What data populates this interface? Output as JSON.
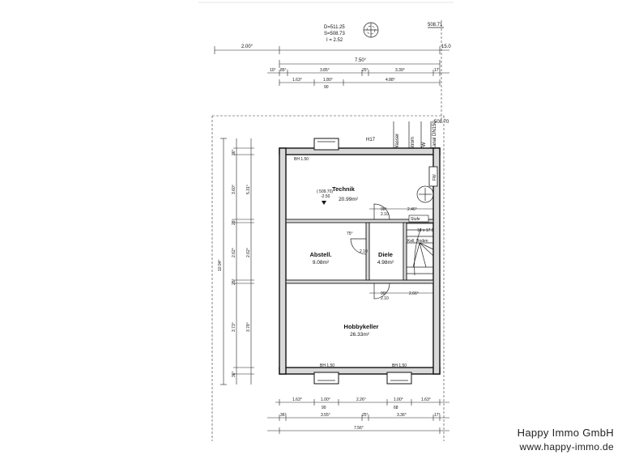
{
  "site": {
    "height_d": "D=511.25",
    "height_s": "S=508.73",
    "slope": "I = 2.52",
    "ref_top": "508.71",
    "ref_mid": "508.70"
  },
  "top_dims": {
    "row1_left": "2.00°",
    "row1_right": "15.0",
    "row2_total": "7.50°",
    "row3": [
      "10°",
      "85°",
      "3.85°",
      "25°",
      "3.39°",
      "17°"
    ],
    "row4": [
      "1.63°",
      "1.80°",
      "4.88°"
    ],
    "row4_sub": "90"
  },
  "utilities": [
    "Wasser",
    "Strom",
    "FW",
    "Kanal DN150"
  ],
  "labels": {
    "house_code": "H17",
    "misc_top": "BH 1.50",
    "level_mark": "( 509.70)",
    "level_sub": "-2.50",
    "fw_box": "FW",
    "steps": "Stufe",
    "stair_note1": "16 x 17.5",
    "stair_note2": "Kell. Boden",
    "door_90_1": "90°",
    "door_210_1": "2.10",
    "door_90_2": "90°",
    "door_210_2": "2.10",
    "door_abst": "75°",
    "door_abst2": "2.10",
    "dim_246_1": "2.46°",
    "dim_246_2": "2.66°",
    "window_bottom_left": "BH 1.50",
    "window_bottom_right": "BH 1.50"
  },
  "rooms": [
    {
      "name": "Technik",
      "area": "20.99m²"
    },
    {
      "name": "Abstell.",
      "area": "9.08m²"
    },
    {
      "name": "Diele",
      "area": "4.98m²"
    },
    {
      "name": "Hobbykeller",
      "area": "26.33m²"
    }
  ],
  "left_dims": {
    "total": "10.94°",
    "outer": [
      "36°",
      "3.60°",
      "25°",
      "2.62°",
      "25°",
      "3.73°",
      "36°"
    ],
    "inner": [
      "5.31°",
      "2.62°",
      "3.78°"
    ]
  },
  "bottom_dims": {
    "row1": [
      "1.63°",
      "1.00°",
      "2.26°",
      "1.00°",
      "1.63°"
    ],
    "row1_sub": [
      "90",
      "68"
    ],
    "row2": [
      "36°",
      "3.55°",
      "25°",
      "3.36°",
      "17°"
    ],
    "row3_total": "7.56°"
  },
  "watermark": {
    "company": "Happy Immo GmbH",
    "url": "www.happy-immo.de"
  }
}
